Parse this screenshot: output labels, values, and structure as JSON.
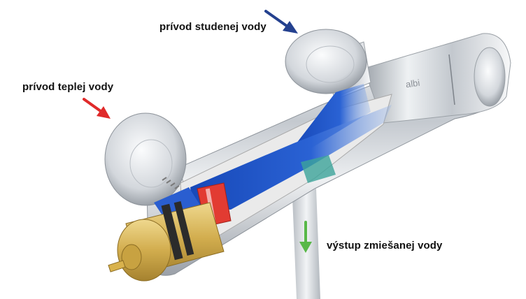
{
  "labels": {
    "cold_inlet": "prívod studenej vody",
    "hot_inlet": "prívod teplej vody",
    "mixed_outlet": "výstup zmiešanej vody"
  },
  "brand_mark": "albi",
  "colors": {
    "cold_arrow": "#24418f",
    "hot_arrow": "#e02a2a",
    "mixed_arrow": "#58b848",
    "water": "#1e56c8",
    "chrome": "#c9cdd3",
    "brass": "#d8b65a"
  },
  "icons": {
    "cold": "arrow-down-right-icon",
    "hot": "arrow-down-right-icon",
    "mixed": "arrow-down-icon"
  }
}
